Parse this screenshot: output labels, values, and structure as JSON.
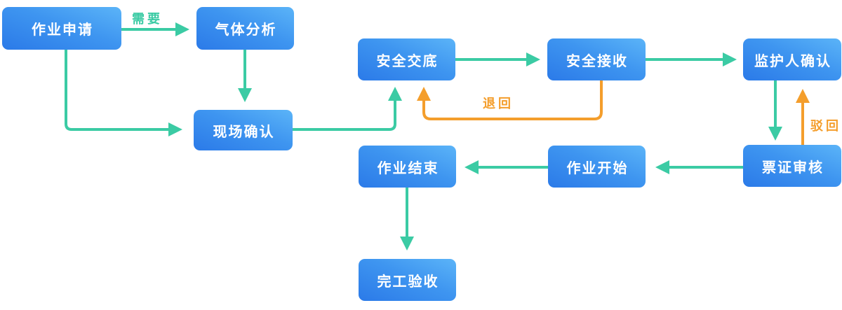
{
  "diagram": {
    "type": "flowchart",
    "colors": {
      "node_gradient_light": "#5BB4F8",
      "node_gradient_dark": "#2B7AE8",
      "node_text": "#FFFFFF",
      "forward_arrow": "#3BCBA4",
      "return_arrow": "#F49E2C",
      "background": "#FFFFFF"
    },
    "nodes": [
      {
        "id": "work-application",
        "label": "作业申请"
      },
      {
        "id": "gas-analysis",
        "label": "气体分析"
      },
      {
        "id": "site-confirmation",
        "label": "现场确认"
      },
      {
        "id": "safety-briefing",
        "label": "安全交底"
      },
      {
        "id": "safety-reception",
        "label": "安全接收"
      },
      {
        "id": "guardian-confirmation",
        "label": "监护人确认"
      },
      {
        "id": "ticket-review",
        "label": "票证审核"
      },
      {
        "id": "work-start",
        "label": "作业开始"
      },
      {
        "id": "work-end",
        "label": "作业结束"
      },
      {
        "id": "completion-acceptance",
        "label": "完工验收"
      }
    ],
    "edges": [
      {
        "from": "作业申请",
        "to": "气体分析",
        "label": "需要",
        "type": "forward"
      },
      {
        "from": "作业申请",
        "to": "现场确认",
        "label": "",
        "type": "forward"
      },
      {
        "from": "气体分析",
        "to": "现场确认",
        "label": "",
        "type": "forward"
      },
      {
        "from": "现场确认",
        "to": "安全交底",
        "label": "",
        "type": "forward"
      },
      {
        "from": "安全交底",
        "to": "安全接收",
        "label": "",
        "type": "forward"
      },
      {
        "from": "安全接收",
        "to": "监护人确认",
        "label": "",
        "type": "forward"
      },
      {
        "from": "安全接收",
        "to": "安全交底",
        "label": "退回",
        "type": "return"
      },
      {
        "from": "监护人确认",
        "to": "票证审核",
        "label": "",
        "type": "forward"
      },
      {
        "from": "票证审核",
        "to": "监护人确认",
        "label": "驳回",
        "type": "return"
      },
      {
        "from": "票证审核",
        "to": "作业开始",
        "label": "",
        "type": "forward"
      },
      {
        "from": "作业开始",
        "to": "作业结束",
        "label": "",
        "type": "forward"
      },
      {
        "from": "作业结束",
        "to": "完工验收",
        "label": "",
        "type": "forward"
      }
    ]
  }
}
